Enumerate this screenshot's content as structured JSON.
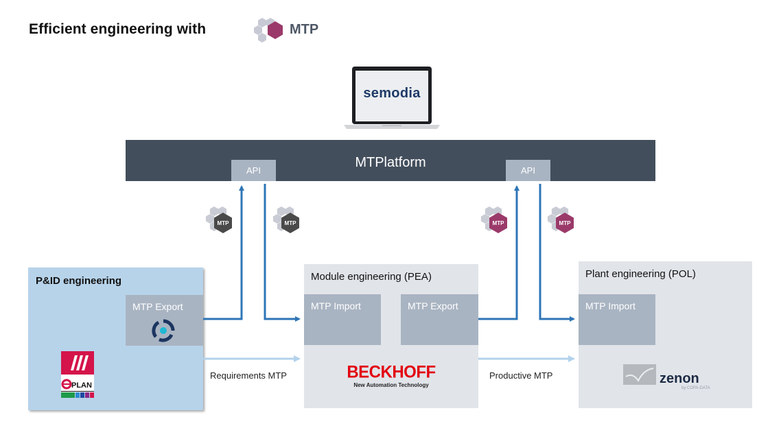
{
  "header": {
    "title": "Efficient engineering with",
    "logo_text": "MTP",
    "logo_icon": "mtp-hexagon-logo-icon"
  },
  "laptop": {
    "screen_brand": "semodia",
    "icon": "laptop-icon"
  },
  "platform": {
    "label": "MTPlatform",
    "api_left": "API",
    "api_right": "API"
  },
  "badges": {
    "label": "MTP",
    "dark_color": "#4a4a4a",
    "purple_color": "#9b3a6a"
  },
  "boxes": {
    "pid": {
      "title": "P&ID engineering",
      "export_label": "MTP Export",
      "tool_icon": "semodia-ring-icon",
      "vendor": "EPLAN"
    },
    "pea": {
      "title": "Module engineering (PEA)",
      "import_label": "MTP Import",
      "export_label": "MTP Export",
      "vendor": "BECKHOFF",
      "vendor_tagline": "New Automation Technology"
    },
    "pol": {
      "title": "Plant engineering (POL)",
      "import_label": "MTP Import",
      "vendor": "zenon",
      "vendor_tagline": "by COPA-DATA"
    }
  },
  "flows": {
    "requirements": "Requirements MTP",
    "productive": "Productive MTP"
  },
  "colors": {
    "platform": "#434e5c",
    "api": "#a9b4c2",
    "arrow_dark": "#2e75b6",
    "arrow_light": "#b3d2ec",
    "pid_bg": "#b7d3ea",
    "box_bg": "#e1e4e9",
    "beckhoff_red": "#e30613"
  }
}
